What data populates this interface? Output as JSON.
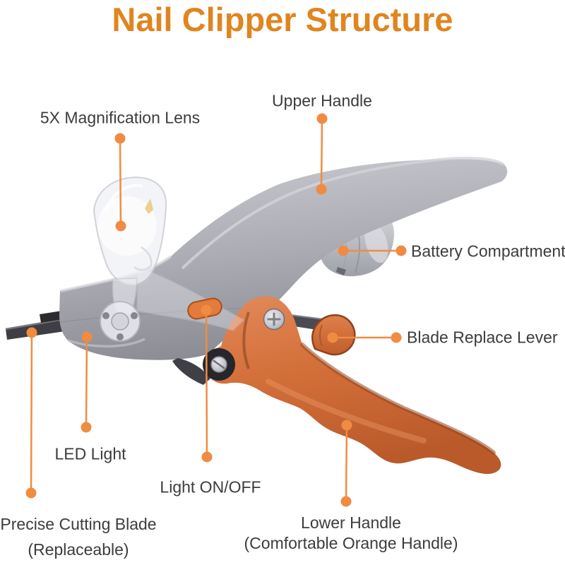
{
  "title": "Nail Clipper Structure",
  "colors": {
    "title_orange": "#E0851F",
    "callout_orange": "#F08C42",
    "label_text": "#3C3C3C",
    "upper_handle_gray": "#A9A9B1",
    "lower_handle_orange": "#D4703C",
    "lens_clear": "#F0F1F5",
    "blade_dark": "#3E3E44"
  },
  "parts": {
    "magnification_lens": {
      "label": "5X Magnification Lens"
    },
    "upper_handle": {
      "label": "Upper Handle"
    },
    "battery_compartment": {
      "label": "Battery Compartment"
    },
    "blade_replace_lever": {
      "label": "Blade Replace Lever"
    },
    "led_light": {
      "label": "LED Light"
    },
    "light_switch": {
      "label": "Light ON/OFF"
    },
    "cutting_blade": {
      "label": "Precise Cutting Blade",
      "sublabel": "(Replaceable)"
    },
    "lower_handle": {
      "label": "Lower Handle",
      "sublabel": "(Comfortable Orange Handle)"
    }
  }
}
